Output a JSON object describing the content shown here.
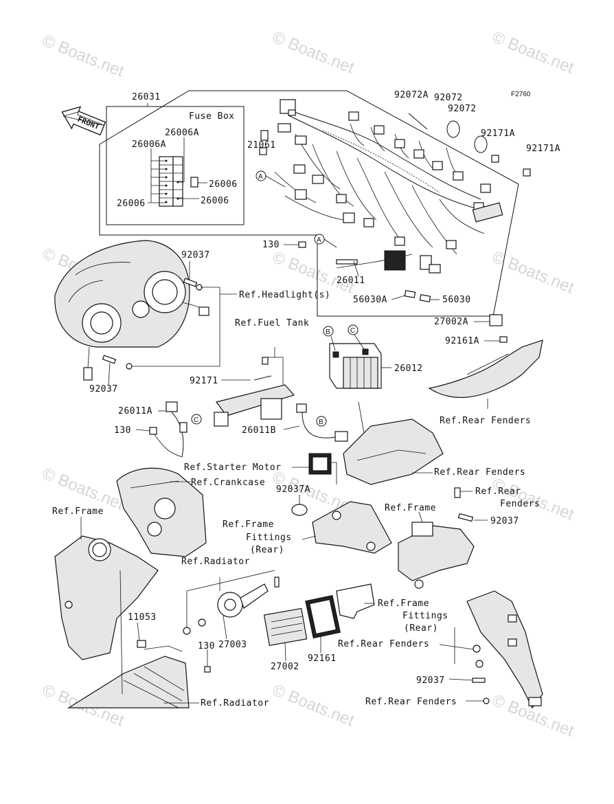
{
  "diagram_code": "F2760",
  "front_label": "FRONT",
  "fuse_box_title": "Fuse Box",
  "watermark": "© Boats.net",
  "part_numbers": {
    "p26031": "26031",
    "p26006A_1": "26006A",
    "p26006A_2": "26006A",
    "p26006_1": "26006",
    "p26006_2": "26006",
    "p26006_3": "26006",
    "p21061": "21061",
    "p92072A": "92072A",
    "p92072_1": "92072",
    "p92072_2": "92072",
    "p92171A_1": "92171A",
    "p92171A_2": "92171A",
    "p130_1": "130",
    "p26011": "26011",
    "p56030A": "56030A",
    "p56030": "56030",
    "p92037_1": "92037",
    "p92037_2": "92037",
    "p27002A": "27002A",
    "p92161A": "92161A",
    "p26012": "26012",
    "p92171": "92171",
    "p26011A": "26011A",
    "p130_2": "130",
    "p26011B": "26011B",
    "p92037A": "92037A",
    "p92037_3": "92037",
    "p11053": "11053",
    "p130_3": "130",
    "p27003": "27003",
    "p27002": "27002",
    "p92161": "92161",
    "p92037_4": "92037"
  },
  "references": {
    "headlight": "Ref.Headlight(s)",
    "fuel_tank": "Ref.Fuel Tank",
    "rear_fenders_1": "Ref.Rear Fenders",
    "starter_motor": "Ref.Starter Motor",
    "rear_fenders_2": "Ref.Rear Fenders",
    "crankcase": "Ref.Crankcase",
    "rear_3_line1": "Ref.Rear",
    "rear_3_line2": "Fenders",
    "frame_1": "Ref.Frame",
    "frame_2": "Ref.Frame",
    "frame_fittings_1_line1": "Ref.Frame",
    "frame_fittings_1_line2": "Fittings",
    "frame_fittings_1_line3": "(Rear)",
    "radiator_1": "Ref.Radiator",
    "frame_fittings_2_line1": "Ref.Frame",
    "frame_fittings_2_line2": "Fittings",
    "frame_fittings_2_line3": "(Rear)",
    "rear_fenders_4": "Ref.Rear Fenders",
    "rear_fenders_5": "Ref.Rear Fenders",
    "radiator_2": "Ref.Radiator"
  },
  "connector_markers": {
    "A1": "A",
    "A2": "A",
    "B1": "B",
    "B2": "B",
    "C1": "C",
    "C2": "C"
  }
}
